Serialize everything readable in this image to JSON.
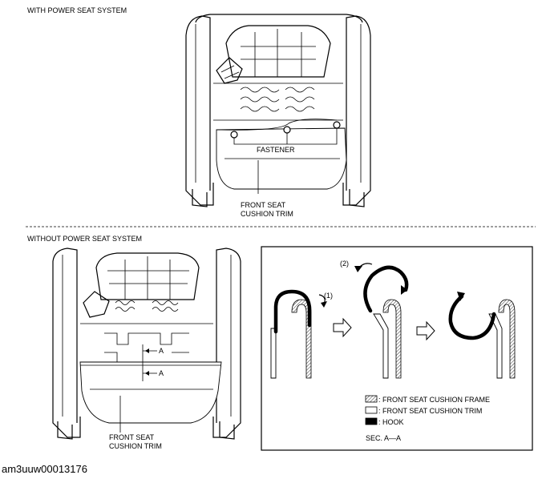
{
  "top_section": {
    "title": "WITH POWER SEAT SYSTEM",
    "fastener_label": "FASTENER",
    "trim_label_line1": "FRONT SEAT",
    "trim_label_line2": "CUSHION TRIM"
  },
  "bottom_section": {
    "title": "WITHOUT POWER SEAT SYSTEM",
    "trim_label_line1": "FRONT SEAT",
    "trim_label_line2": "CUSHION TRIM",
    "section_marker_a1": "A",
    "section_marker_a2": "A"
  },
  "detail": {
    "step1": "(1)",
    "step2": "(2)",
    "legend": {
      "frame": ": FRONT SEAT CUSHION FRAME",
      "trim": ": FRONT SEAT CUSHION TRIM",
      "hook": ": HOOK"
    },
    "section_label": "SEC. A—A"
  },
  "caption": "am3uuw00013176"
}
